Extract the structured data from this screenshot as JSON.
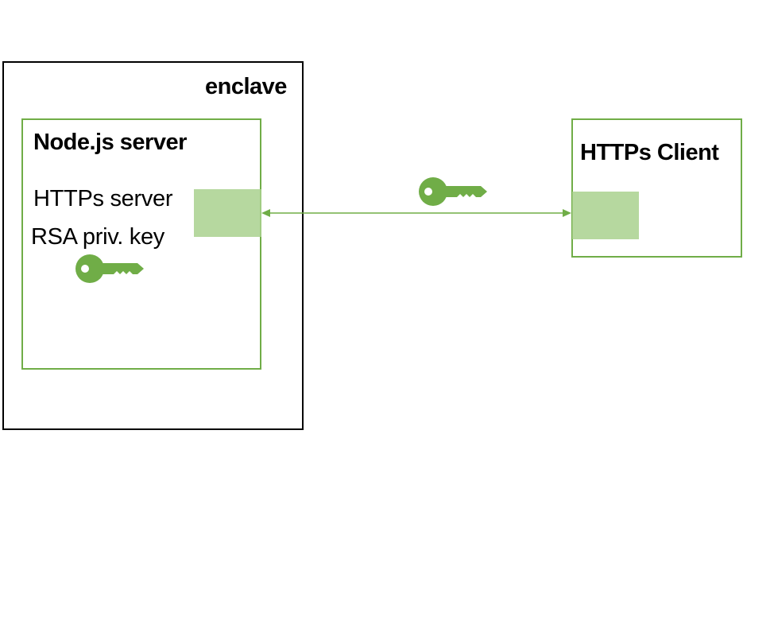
{
  "enclave": {
    "title": "enclave"
  },
  "node_server": {
    "title": "Node.js server",
    "https_server_label": "HTTPs server",
    "rsa_key_label": "RSA priv. key"
  },
  "client": {
    "title": "HTTPs Client"
  },
  "colors": {
    "accent": "#70ad47",
    "port_fill": "#a9d18e",
    "enclave_border": "#000000"
  },
  "icons": {
    "connection_key": "key-icon",
    "private_key": "key-icon"
  }
}
